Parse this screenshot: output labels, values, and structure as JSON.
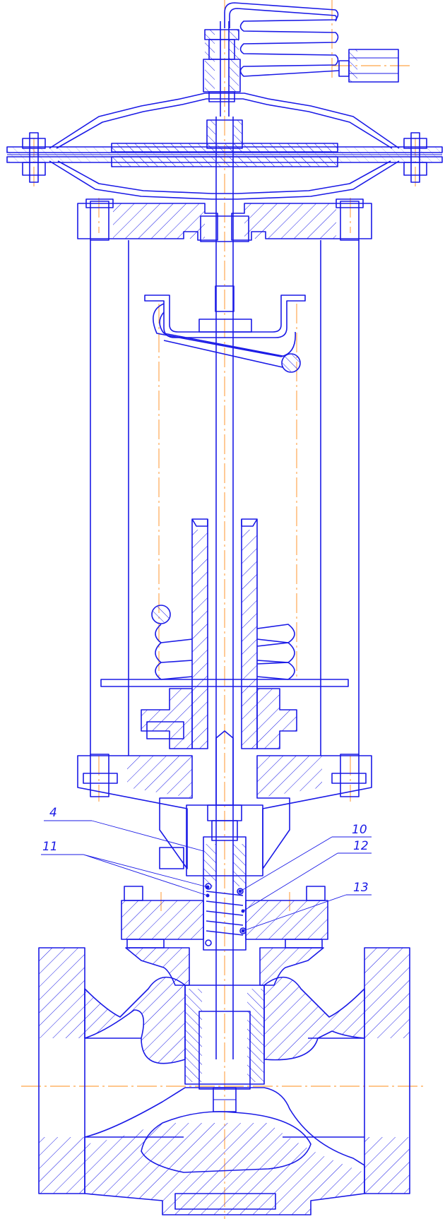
{
  "callouts": [
    {
      "id": "4",
      "label": "4"
    },
    {
      "id": "10",
      "label": "10"
    },
    {
      "id": "11",
      "label": "11"
    },
    {
      "id": "12",
      "label": "12"
    },
    {
      "id": "13",
      "label": "13"
    }
  ],
  "colors": {
    "outline": "#1a1ae6",
    "centerline": "#ff8c1a",
    "hatch": "#1a1ae6",
    "background": "#ffffff"
  }
}
